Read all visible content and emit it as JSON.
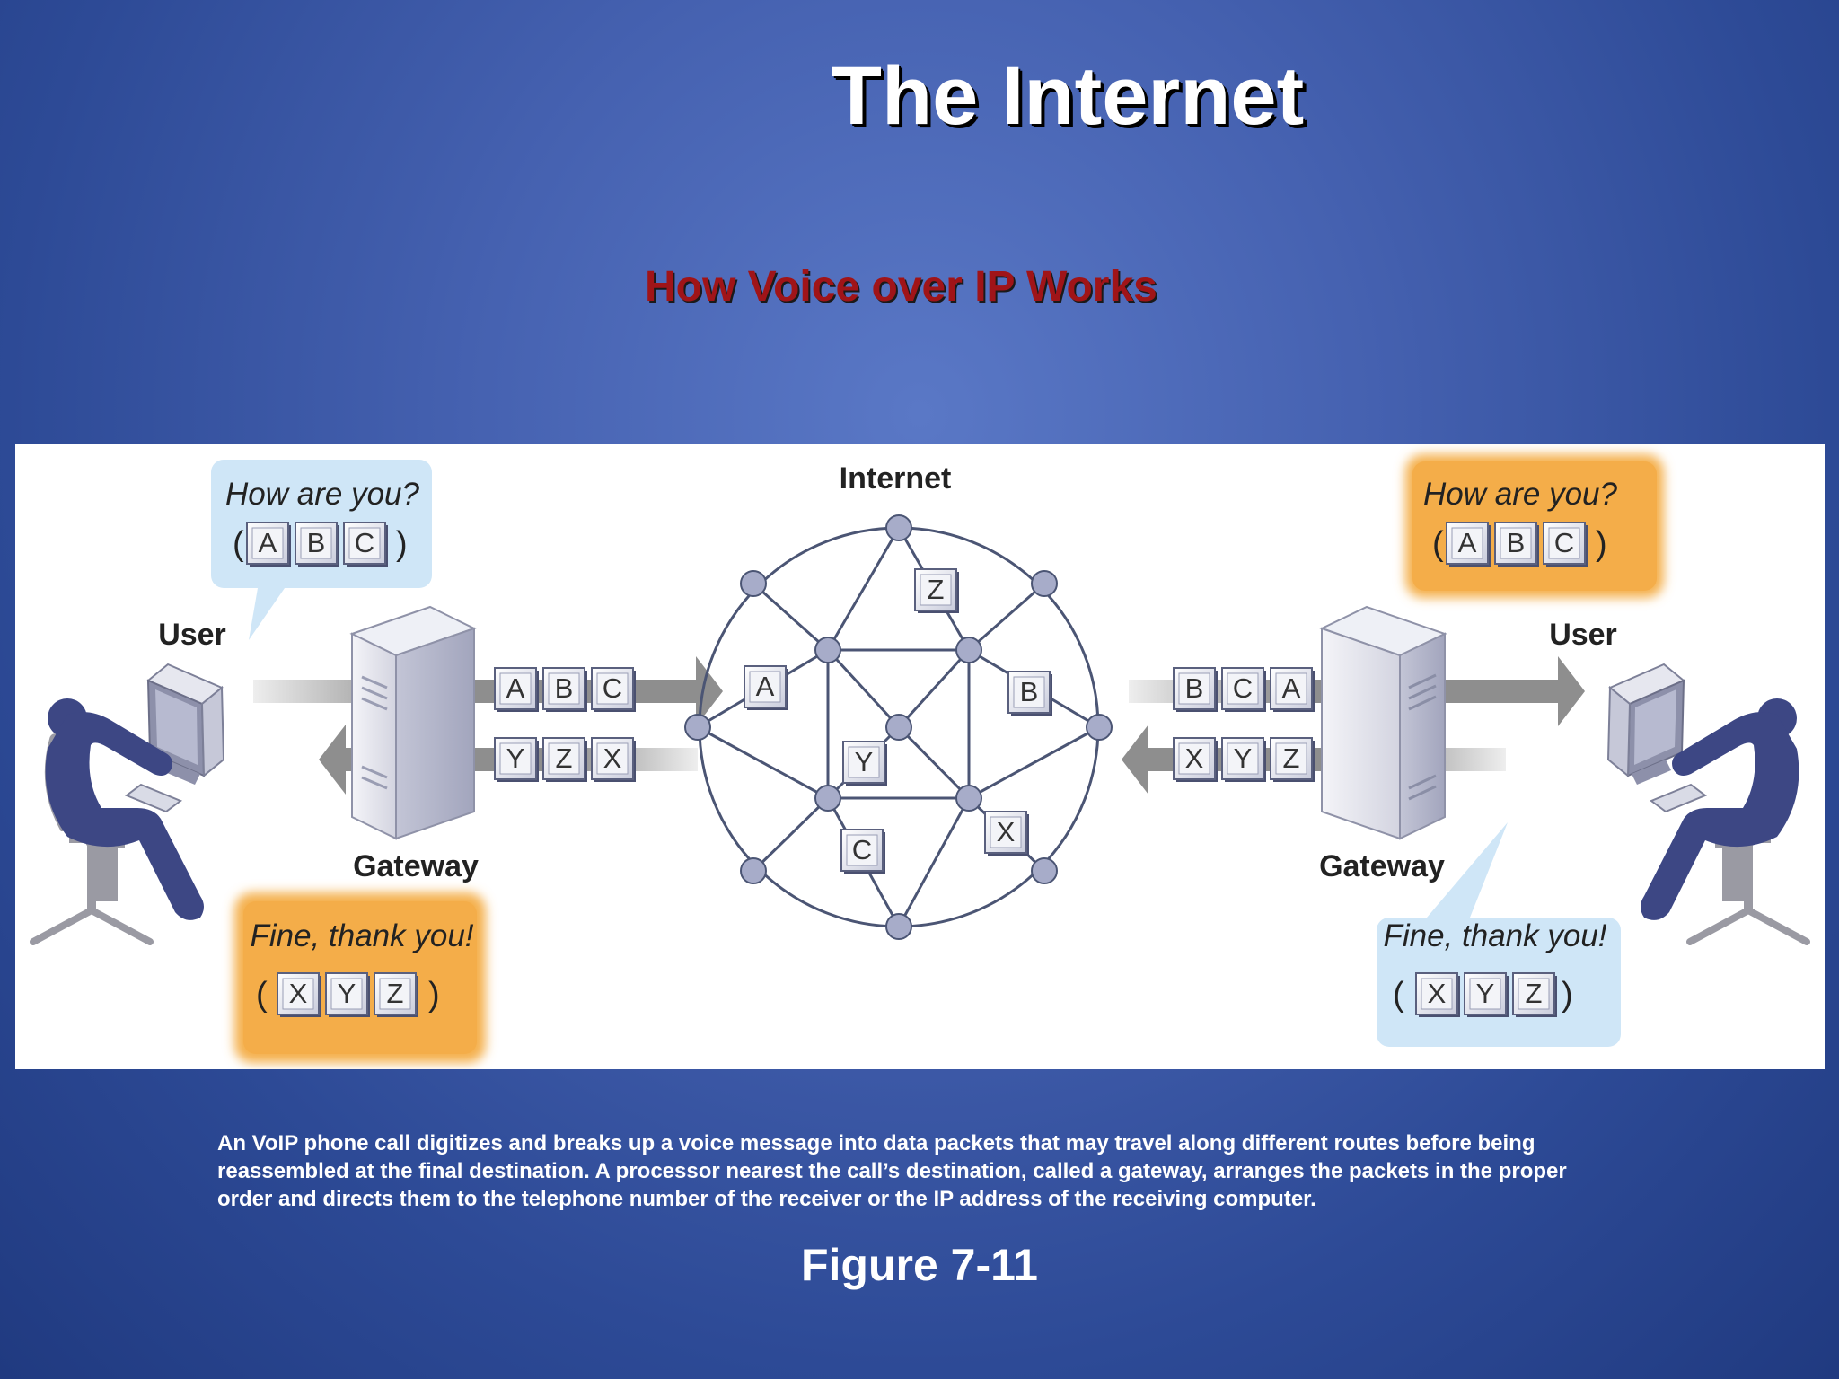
{
  "slide": {
    "title": "The Internet",
    "subtitle": "How Voice over IP Works",
    "caption": "An VoIP phone call digitizes and breaks up a voice message into data packets that may travel along different routes before being reassembled at the final destination. A processor nearest the call’s destination, called a gateway, arranges the packets in the proper order and directs them to the telephone number of the receiver or the IP address of the receiving computer.",
    "figure_label": "Figure 7-11"
  },
  "diagram": {
    "internet_label": "Internet",
    "left_user_label": "User",
    "right_user_label": "User",
    "left_gateway_label": "Gateway",
    "right_gateway_label": "Gateway",
    "left_question": {
      "text": "How are you?",
      "packets": [
        "A",
        "B",
        "C"
      ]
    },
    "left_answer": {
      "text": "Fine, thank you!",
      "packets": [
        "X",
        "Y",
        "Z"
      ]
    },
    "right_question": {
      "text": "How are you?",
      "packets": [
        "A",
        "B",
        "C"
      ]
    },
    "right_answer": {
      "text": "Fine, thank you!",
      "packets": [
        "X",
        "Y",
        "Z"
      ]
    },
    "open_paren": "(",
    "close_paren": ")",
    "left_outgoing_packets": [
      "A",
      "B",
      "C"
    ],
    "left_incoming_packets": [
      "Y",
      "Z",
      "X"
    ],
    "right_incoming_packets": [
      "B",
      "C",
      "A"
    ],
    "right_outgoing_packets": [
      "X",
      "Y",
      "Z"
    ],
    "network_packets": [
      "Z",
      "A",
      "B",
      "Y",
      "C",
      "X"
    ],
    "colors": {
      "blue_bubble": "#cfe6f7",
      "orange_bubble": "#f4b04e",
      "person": "#3d4784",
      "arrow": "#8e8e8e",
      "network": "#4b5574",
      "node": "#a7acc9",
      "packet_face": "#eceef5"
    }
  }
}
